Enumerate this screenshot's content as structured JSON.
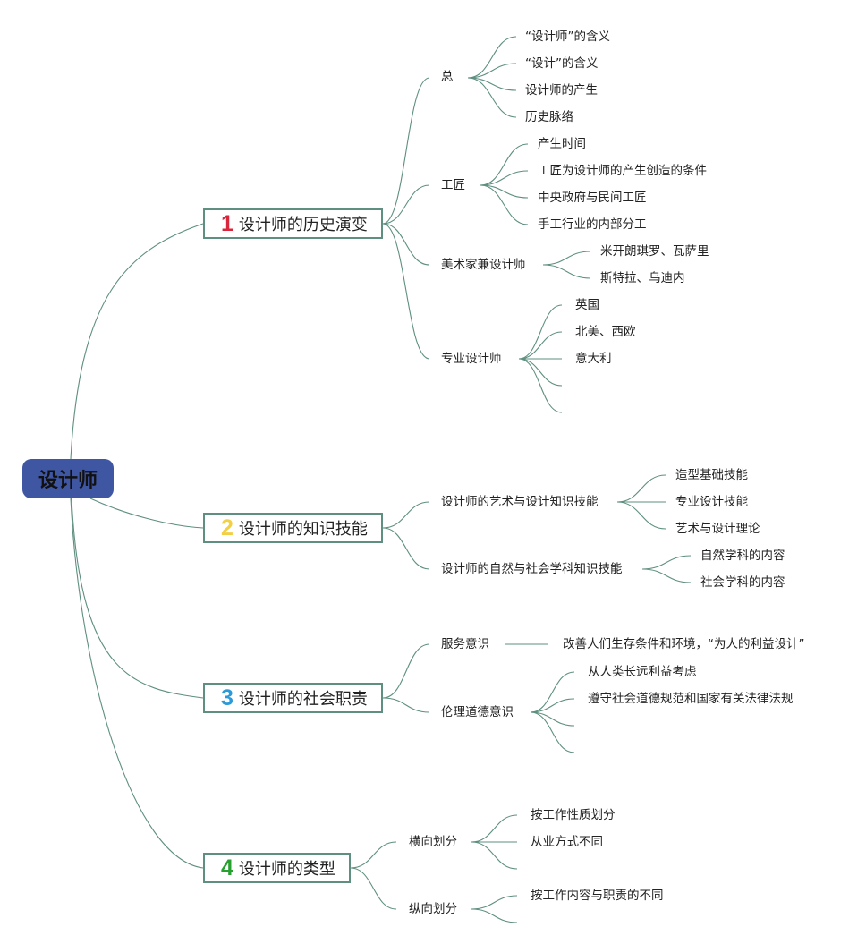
{
  "colors": {
    "root_fill": "#3f56a3",
    "line": "#5e8f80",
    "num1": "#d9263a",
    "num2": "#f2d045",
    "num3": "#2a9ad8",
    "num4": "#27a02f"
  },
  "root": {
    "label": "设计师"
  },
  "branches": [
    {
      "number": "1",
      "label": "设计师的历史演变",
      "children": [
        {
          "label": "总",
          "children": [
            "“设计师”的含义",
            "“设计”的含义",
            "设计师的产生",
            "历史脉络"
          ]
        },
        {
          "label": "工匠",
          "children": [
            "产生时间",
            "工匠为设计师的产生创造的条件",
            "中央政府与民间工匠",
            "手工行业的内部分工"
          ]
        },
        {
          "label": "美术家兼设计师",
          "children": [
            "米开朗琪罗、瓦萨里",
            "斯特拉、乌迪内"
          ]
        },
        {
          "label": "专业设计师",
          "children": [
            "英国",
            "北美、西欧",
            "意大利",
            "",
            ""
          ]
        }
      ]
    },
    {
      "number": "2",
      "label": "设计师的知识技能",
      "children": [
        {
          "label": "设计师的艺术与设计知识技能",
          "children": [
            "造型基础技能",
            "专业设计技能",
            "艺术与设计理论"
          ]
        },
        {
          "label": "设计师的自然与社会学科知识技能",
          "children": [
            "自然学科的内容",
            "社会学科的内容"
          ]
        }
      ]
    },
    {
      "number": "3",
      "label": "设计师的社会职责",
      "children": [
        {
          "label": "服务意识",
          "children": [
            "改善人们生存条件和环境，“为人的利益设计”"
          ]
        },
        {
          "label": "伦理道德意识",
          "children": [
            "从人类长远利益考虑",
            "遵守社会道德规范和国家有关法律法规",
            "",
            ""
          ]
        }
      ]
    },
    {
      "number": "4",
      "label": "设计师的类型",
      "children": [
        {
          "label": "横向划分",
          "children": [
            "按工作性质划分",
            "从业方式不同",
            ""
          ]
        },
        {
          "label": "纵向划分",
          "children": [
            "按工作内容与职责的不同",
            ""
          ]
        }
      ]
    }
  ]
}
